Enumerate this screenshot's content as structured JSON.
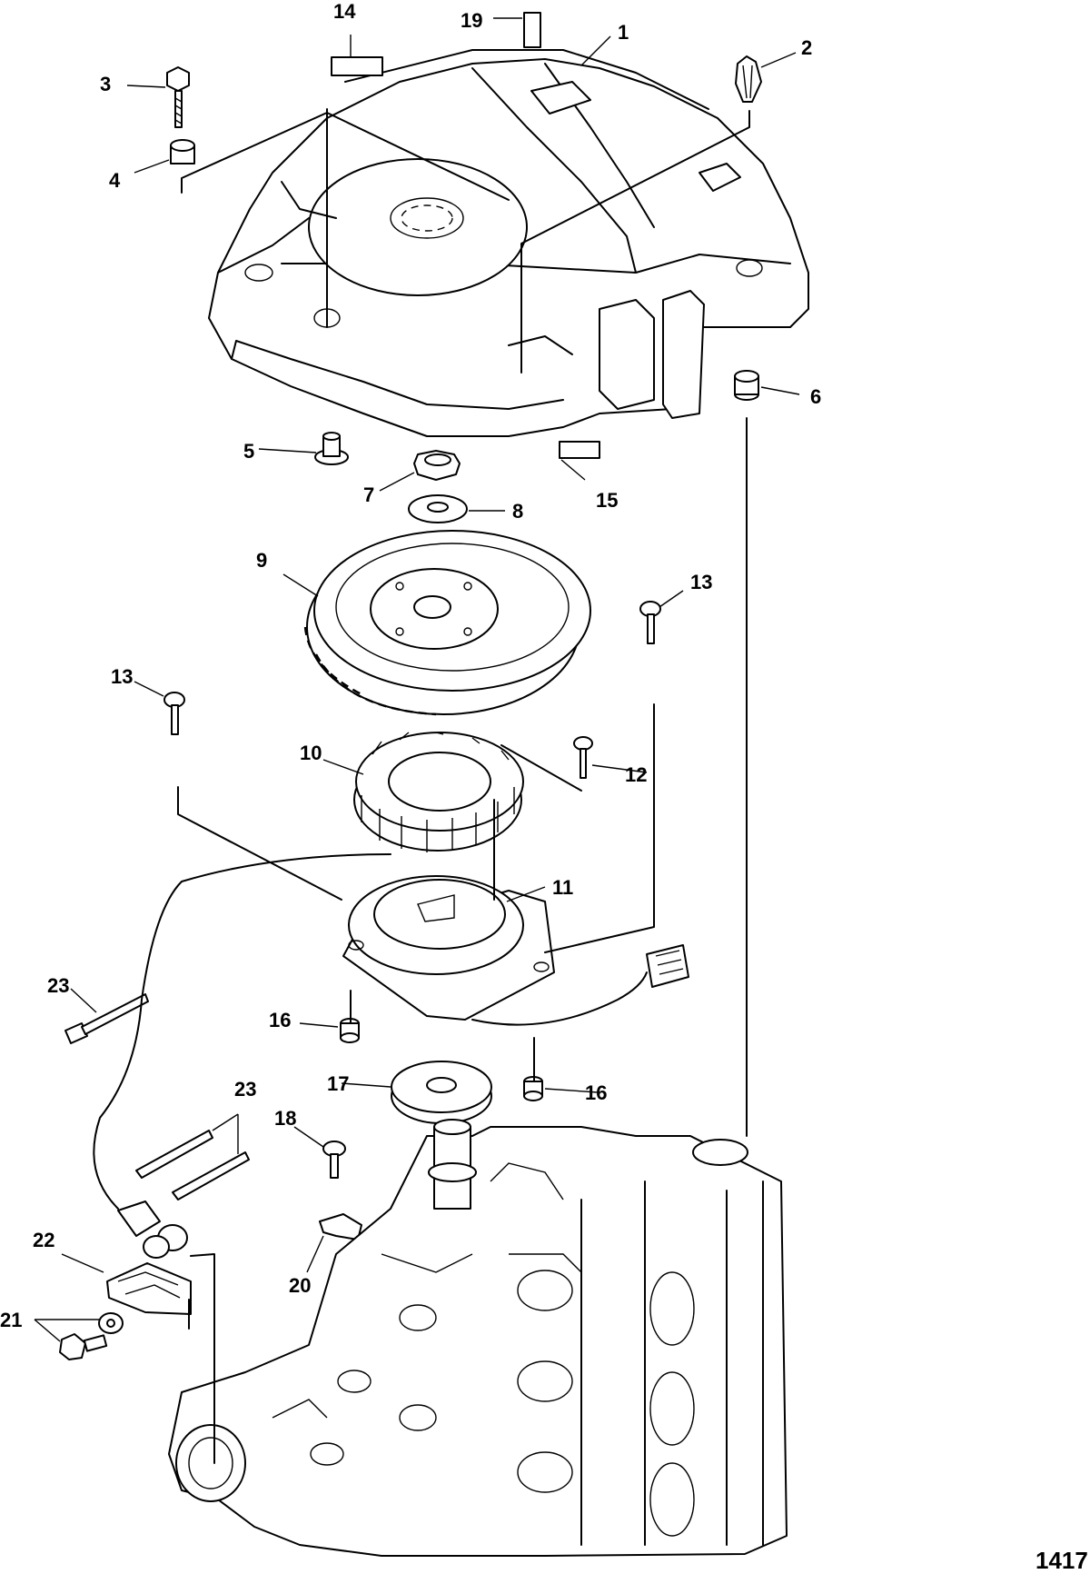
{
  "figure_number": "1417",
  "callouts": [
    "1",
    "2",
    "3",
    "4",
    "5",
    "6",
    "7",
    "8",
    "9",
    "10",
    "11",
    "12",
    "13",
    "14",
    "15",
    "16",
    "17",
    "18",
    "19",
    "20",
    "21",
    "22",
    "23"
  ],
  "parts": [
    {
      "number": "1",
      "icon": "flywheel-cover-icon"
    },
    {
      "number": "2",
      "icon": "retainer-clip-icon"
    },
    {
      "number": "3",
      "icon": "screw-icon"
    },
    {
      "number": "4",
      "icon": "grommet-icon"
    },
    {
      "number": "5",
      "icon": "grommet-icon"
    },
    {
      "number": "6",
      "icon": "grommet-icon"
    },
    {
      "number": "7",
      "icon": "flywheel-nut-icon"
    },
    {
      "number": "8",
      "icon": "washer-icon"
    },
    {
      "number": "9",
      "icon": "flywheel-icon"
    },
    {
      "number": "10",
      "icon": "stator-icon"
    },
    {
      "number": "11",
      "icon": "stator-base-icon"
    },
    {
      "number": "12",
      "icon": "screw-icon"
    },
    {
      "number": "13",
      "icon": "screw-icon"
    },
    {
      "number": "14",
      "icon": "decal-icon"
    },
    {
      "number": "15",
      "icon": "decal-icon"
    },
    {
      "number": "16",
      "icon": "bushing-icon"
    },
    {
      "number": "17",
      "icon": "trigger-plate-icon"
    },
    {
      "number": "18",
      "icon": "screw-icon"
    },
    {
      "number": "19",
      "icon": "decal-icon"
    },
    {
      "number": "20",
      "icon": "bracket-icon"
    },
    {
      "number": "21",
      "icon": "screw-and-washer-icon"
    },
    {
      "number": "22",
      "icon": "connector-bracket-icon"
    },
    {
      "number": "23",
      "icon": "cable-tie-icon"
    }
  ],
  "line_color": "#000000",
  "background_color": "#ffffff"
}
